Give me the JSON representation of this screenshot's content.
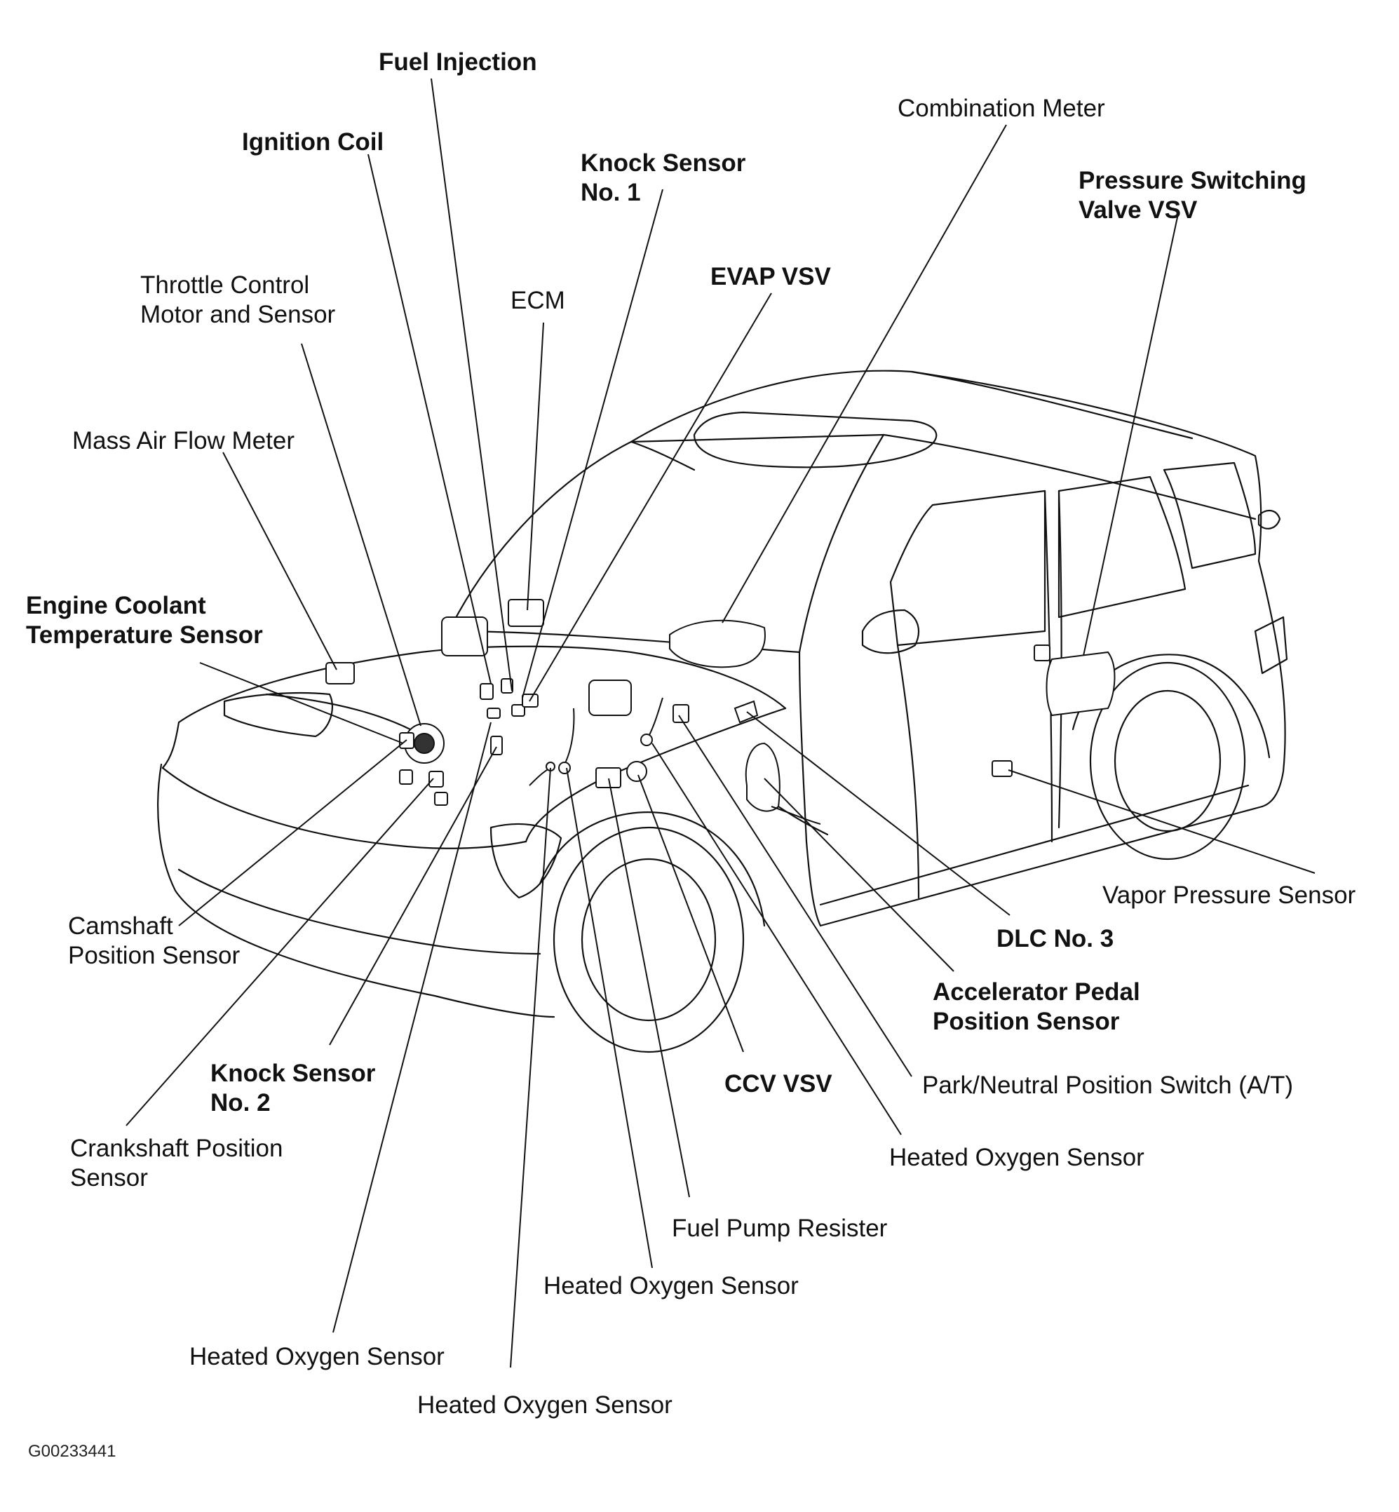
{
  "labels": {
    "fuel_injection": [
      "Fuel Injection"
    ],
    "combination_meter": [
      "Combination Meter"
    ],
    "ignition_coil": [
      "Ignition Coil"
    ],
    "knock_sensor_1": [
      "Knock Sensor",
      "No. 1"
    ],
    "pressure_switching_valve": [
      "Pressure Switching",
      "Valve VSV"
    ],
    "throttle_control": [
      "Throttle Control",
      "Motor and Sensor"
    ],
    "ecm": [
      "ECM"
    ],
    "evap_vsv": [
      "EVAP  VSV"
    ],
    "mass_air_flow": [
      "Mass Air Flow Meter"
    ],
    "engine_coolant": [
      "Engine Coolant",
      "Temperature Sensor"
    ],
    "vapor_pressure": [
      "Vapor Pressure Sensor"
    ],
    "dlc3": [
      "DLC No. 3"
    ],
    "camshaft": [
      "Camshaft",
      "Position Sensor"
    ],
    "accelerator_pedal": [
      "Accelerator Pedal",
      "Position Sensor"
    ],
    "knock_sensor_2": [
      "Knock Sensor",
      "No. 2"
    ],
    "ccv_vsv": [
      "CCV  VSV"
    ],
    "park_neutral": [
      "Park/Neutral Position Switch (A/T)"
    ],
    "crankshaft": [
      "Crankshaft Position",
      "Sensor"
    ],
    "ho2s_right": [
      "Heated Oxygen Sensor"
    ],
    "fuel_pump_resister": [
      "Fuel Pump Resister"
    ],
    "ho2s_center": [
      "Heated Oxygen Sensor"
    ],
    "ho2s_left": [
      "Heated Oxygen Sensor"
    ],
    "ho2s_bottom": [
      "Heated Oxygen Sensor"
    ]
  },
  "figure_code": "G00233441"
}
